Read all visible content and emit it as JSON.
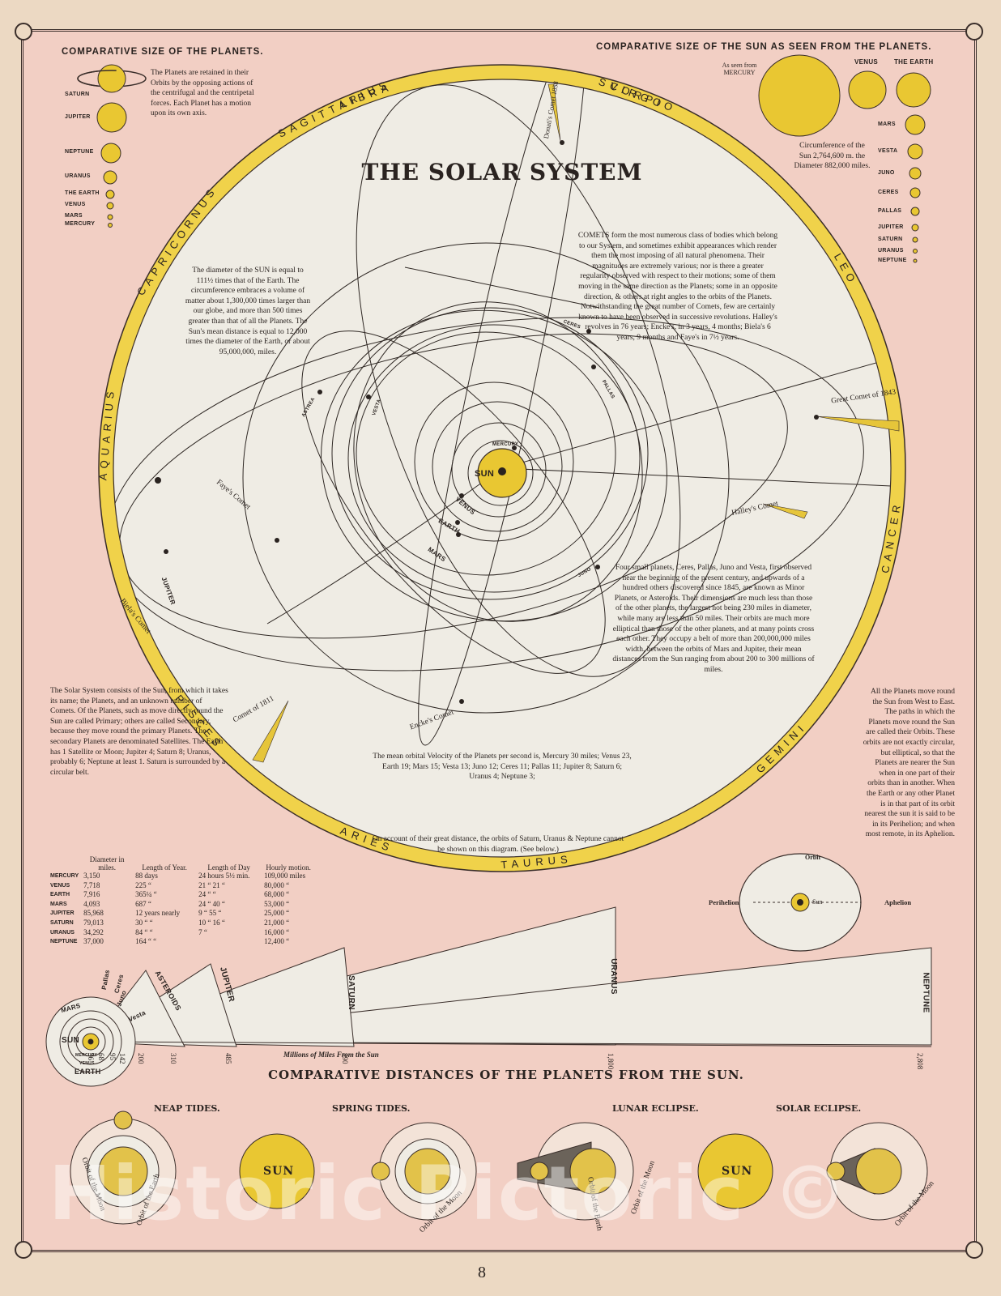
{
  "title": "THE SOLAR SYSTEM",
  "page_number": "8",
  "watermark": "Historic Pictoric ©",
  "left_panel": {
    "header": "COMPARATIVE SIZE OF THE PLANETS.",
    "note": "The Planets are retained in their Orbits by the opposing actions of the centrifugal and the centripetal forces. Each Planet has a motion upon its own axis.",
    "labels": [
      "SATURN",
      "JUPITER",
      "NEPTUNE",
      "URANUS",
      "THE EARTH",
      "VENUS",
      "MARS",
      "MERCURY"
    ]
  },
  "right_panel": {
    "header": "COMPARATIVE SIZE OF THE SUN AS SEEN FROM THE PLANETS.",
    "as_seen": "As seen from MERCURY",
    "top_labels": [
      "VENUS",
      "THE EARTH"
    ],
    "labels": [
      "MARS",
      "VESTA",
      "JUNO",
      "CERES",
      "PALLAS",
      "JUPITER",
      "SATURN",
      "URANUS",
      "NEPTUNE"
    ],
    "circumference": "Circumference of the Sun 2,764,600 m. the Diameter 882,000 miles."
  },
  "zodiac": [
    "LIBRA",
    "VIRGO",
    "LEO",
    "CANCER",
    "GEMINI",
    "TAURUS",
    "ARIES",
    "PISCES",
    "AQUARIUS",
    "CAPRICORNUS",
    "SAGITTARIUS",
    "SCORPIO"
  ],
  "texts": {
    "sun": "The diameter of the SUN is equal to 111½ times that of the Earth. The circumference embraces a volume of matter about 1,300,000 times larger than our globe, and more than 500 times greater than that of all the Planets. The Sun's mean distance is equal to 12,000 times the diameter of the Earth, or about 95,000,000, miles.",
    "comets": "COMETS form the most numerous class of bodies which belong to our System, and sometimes exhibit appearances which render them the most imposing of all natural phenomena. Their magnitudes are extremely various; nor is there a greater regularity observed with respect to their motions; some of them moving in the same direction as the Planets; some in an opposite direction, & others at right angles to the orbits of the Planets. Notwithstanding the great number of Comets, few are certainly known to have been observed in successive revolutions. Halley's revolves in 76 years; Encke's, in 3 years, 4 months; Biela's 6 years, 9 months and Faye's in 7½ years.",
    "minor": "Four small planets, Ceres, Pallas, Juno and Vesta, first observed near the beginning of the present century, and upwards of a hundred others discovered since 1845, are known as Minor Planets, or Asteroids. Their dimensions are much less than those of the other planets, the largest not being 230 miles in diameter, while many are less than 50 miles. Their orbits are much more elliptical than those of the other planets, and at many points cross each other. They occupy a belt of more than 200,000,000 miles width, between the orbits of Mars and Jupiter, their mean distances from the Sun ranging from about 200 to 300 millions of miles.",
    "velocity": "The mean orbital Velocity of the Planets per second is, Mercury 30 miles; Venus 23, Earth 19; Mars 15; Vesta 13; Juno 12; Ceres 11; Pallas 11; Jupiter 8; Saturn 6; Uranus 4; Neptune 3;",
    "distance_note": "On account of their great distance, the orbits of Saturn, Uranus & Neptune cannot be shown on this diagram. (See below.)",
    "solar_system": "The Solar System consists of the Sun, from which it takes its name; the Planets, and an unknown number of Comets. Of the Planets, such as move directly round the Sun are called Primary; others are called Secondary, because they move round the primary Planets. The secondary Planets are denominated Satellites. The Earth has 1 Satellite or Moon; Jupiter 4; Saturn 8; Uranus, probably 6; Neptune at least 1. Saturn is surrounded by a circular belt.",
    "planets_move": "All the Planets move round the Sun from West to East. The paths in which the Planets move round the Sun are called their Orbits. These orbits are not exactly circular, but elliptical, so that the Planets are nearer the Sun when in one part of their orbits than in another. When the Earth or any other Planet is in that part of its orbit nearest the sun it is said to be in its Perihelion; and when most remote, in its Aphelion."
  },
  "diagram_labels": {
    "sun": "SUN",
    "planets": [
      "MERCURY",
      "VENUS",
      "EARTH",
      "MARS",
      "JUPITER",
      "CERES",
      "PALLAS",
      "VESTA",
      "ASTREA",
      "JUNO"
    ],
    "comets": [
      "Donati's Comet 1858",
      "Great Comet of 1843",
      "Halley's Comet",
      "Faye's Comet",
      "Biela's Comet",
      "Comet of 1811",
      "Encke's Comet"
    ]
  },
  "orbit_diagram": {
    "orbit": "Orbit",
    "perihelion": "Perihelion",
    "sun": "Sun",
    "aphelion": "Aphelion"
  },
  "table": {
    "headers": [
      "",
      "Diameter in miles.",
      "Length of Year.",
      "Length of Day",
      "Hourly motion."
    ],
    "rows": [
      [
        "MERCURY",
        "3,150",
        "88 days",
        "24 hours 5½ min.",
        "109,000 miles"
      ],
      [
        "VENUS",
        "7,718",
        "225 “",
        "21 “ 21 “",
        "80,000 “"
      ],
      [
        "EARTH",
        "7,916",
        "365¼ “",
        "24 “ “",
        "68,000 “"
      ],
      [
        "MARS",
        "4,093",
        "687 “",
        "24 “ 40 “",
        "53,000 “"
      ],
      [
        "JUPITER",
        "85,968",
        "12 years nearly",
        "9 “ 55 “",
        "25,000 “"
      ],
      [
        "SATURN",
        "79,013",
        "30 “ “",
        "10 “ 16 “",
        "21,000 “"
      ],
      [
        "URANUS",
        "34,292",
        "84 “ “",
        "7 “",
        "16,000 “"
      ],
      [
        "NEPTUNE",
        "37,000",
        "164 “ “",
        "",
        "12,400 “"
      ]
    ]
  },
  "distances": {
    "axis_label": "Millions of Miles From the Sun",
    "ticks": [
      "36",
      "68",
      "95",
      "142",
      "200",
      "310",
      "485",
      "890",
      "1,800",
      "2,808"
    ],
    "labels": [
      "MERCURY",
      "VENUS",
      "EARTH",
      "MARS",
      "Vesta",
      "Juno",
      "Ceres",
      "Pallas",
      "ASTEROIDS",
      "JUPITER",
      "SATURN",
      "URANUS",
      "NEPTUNE",
      "SUN"
    ],
    "title": "COMPARATIVE DISTANCES OF THE PLANETS FROM THE SUN."
  },
  "tides": {
    "headings": [
      "NEAP TIDES.",
      "SPRING TIDES.",
      "LUNAR ECLIPSE.",
      "SOLAR ECLIPSE."
    ],
    "sun": "SUN",
    "orbit_moon": "Orbit of the Moon",
    "orbit_earth": "Orbit of the Earth"
  }
}
